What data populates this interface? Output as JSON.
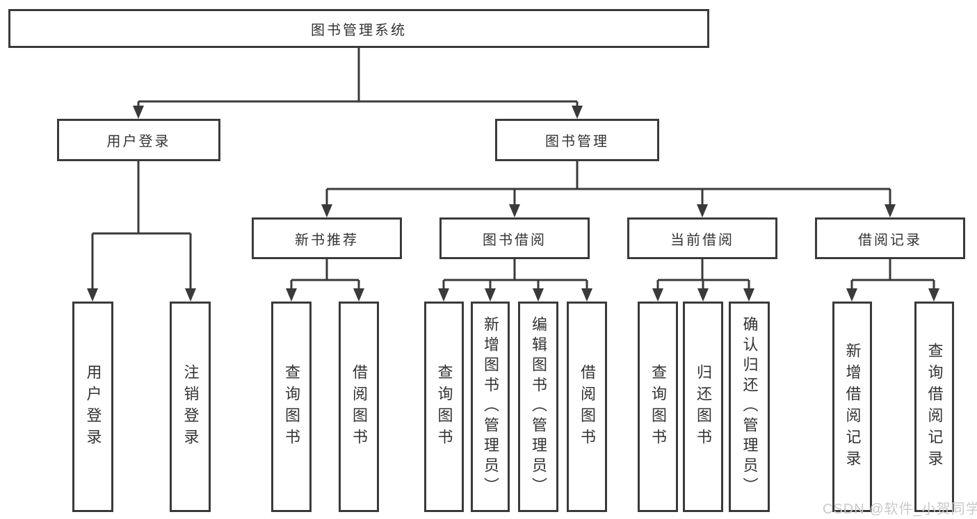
{
  "diagram": {
    "nodes": {
      "root": "图书管理系统",
      "user_login": "用户登录",
      "book_mgmt": "图书管理",
      "new_book_rec": "新书推荐",
      "book_borrow": "图书借阅",
      "current_borrow": "当前借阅",
      "borrow_record": "借阅记录",
      "leaf_user_login": "用户登录",
      "leaf_logout": "注销登录",
      "leaf_nbr_query": "查询图书",
      "leaf_nbr_borrow": "借阅图书",
      "leaf_bb_query": "查询图书",
      "leaf_bb_add": "新增图书（管理员）",
      "leaf_bb_edit": "编辑图书（管理员）",
      "leaf_bb_borrow": "借阅图书",
      "leaf_cb_query": "查询图书",
      "leaf_cb_return": "归还图书",
      "leaf_cb_confirm": "确认归还（管理员）",
      "leaf_br_add": "新增借阅记录",
      "leaf_br_query": "查询借阅记录"
    },
    "colors": {
      "line": "#3a3a3a",
      "text": "#333333",
      "background": "#ffffff"
    }
  },
  "watermark": {
    "text": "CSDN @软件_小贺同学",
    "color": "#c9c9c9"
  }
}
